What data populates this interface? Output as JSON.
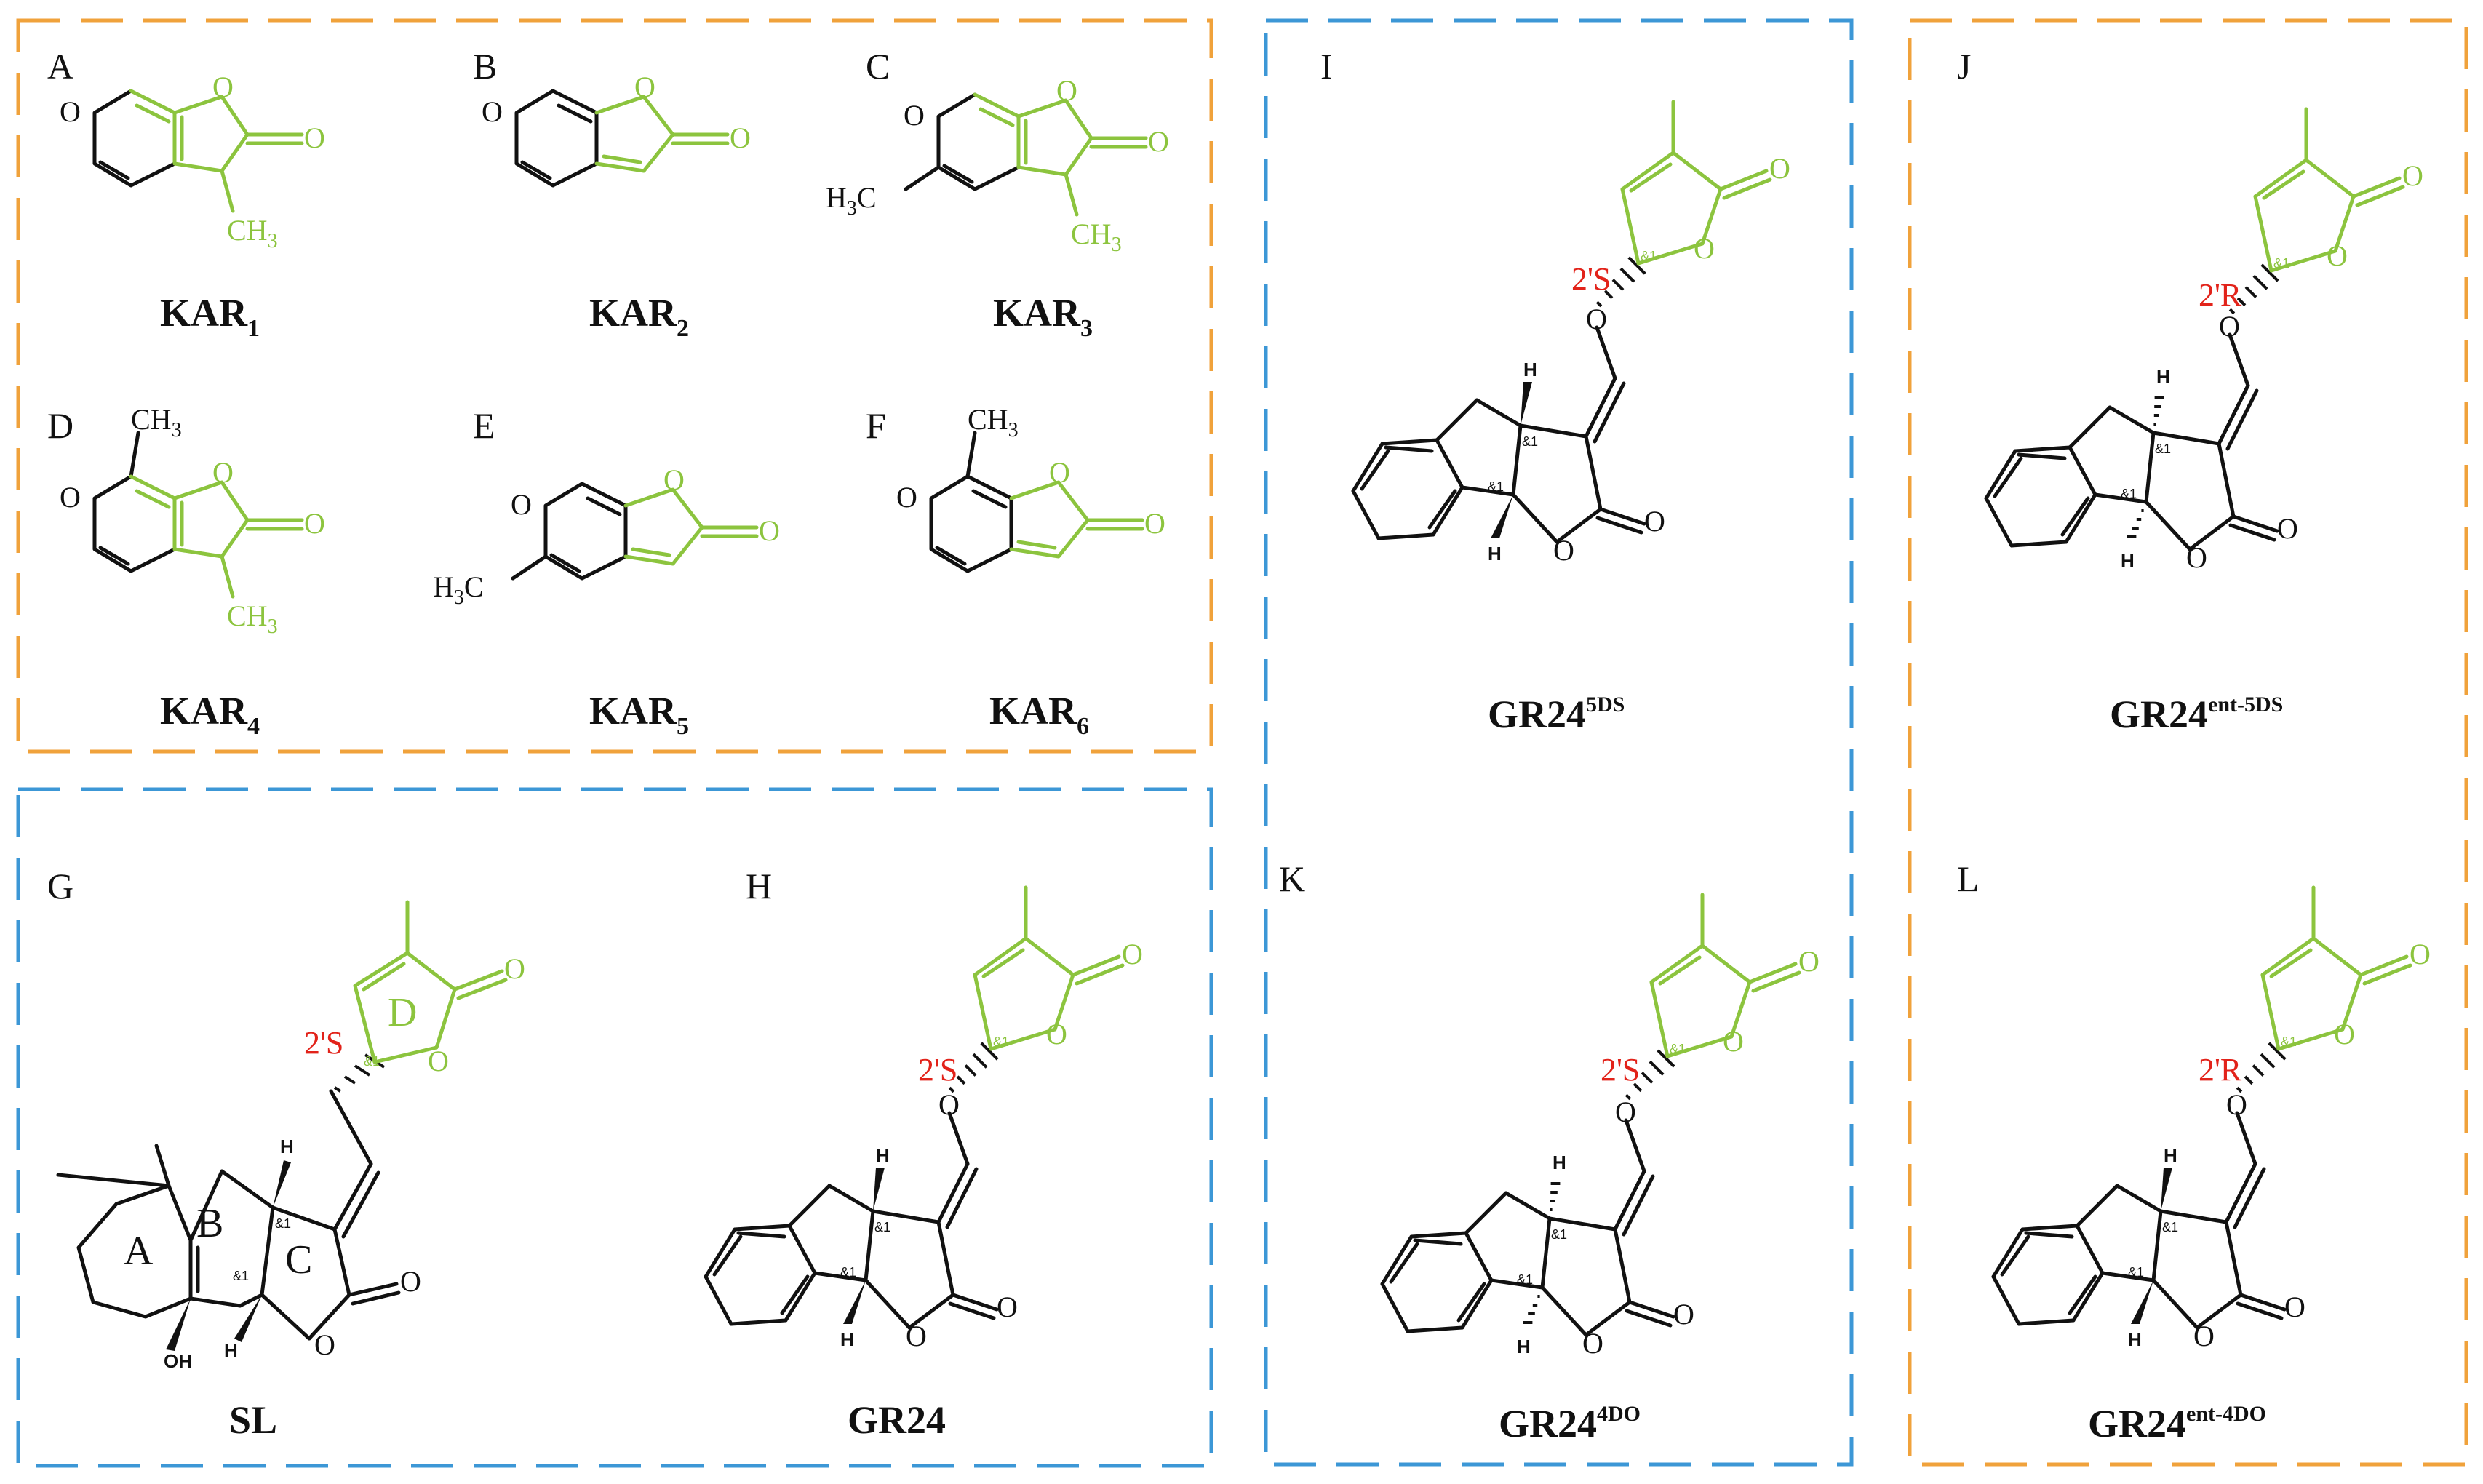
{
  "panels": {
    "A": {
      "letter": "A",
      "name": "KAR",
      "sub": "1"
    },
    "B": {
      "letter": "B",
      "name": "KAR",
      "sub": "2"
    },
    "C": {
      "letter": "C",
      "name": "KAR",
      "sub": "3"
    },
    "D": {
      "letter": "D",
      "name": "KAR",
      "sub": "4"
    },
    "E": {
      "letter": "E",
      "name": "KAR",
      "sub": "5"
    },
    "F": {
      "letter": "F",
      "name": "KAR",
      "sub": "6"
    },
    "G": {
      "letter": "G",
      "name": "SL",
      "stereo": "2'S"
    },
    "H": {
      "letter": "H",
      "name": "GR24",
      "stereo": "2'S"
    },
    "I": {
      "letter": "I",
      "name": "GR24",
      "sup": "5DS",
      "stereo": "2'S"
    },
    "J": {
      "letter": "J",
      "name": "GR24",
      "sup": "ent-5DS",
      "stereo": "2'R"
    },
    "K": {
      "letter": "K",
      "name": "GR24",
      "sup": "4DO",
      "stereo": "2'S"
    },
    "L": {
      "letter": "L",
      "name": "GR24",
      "sup": "ent-4DO",
      "stereo": "2'R"
    }
  },
  "atoms": {
    "O": "O",
    "CH3": "CH",
    "three": "3",
    "H3C": "H",
    "H3C_rest": "C",
    "H": "H",
    "OH": "OH",
    "stereocenter": "&1"
  },
  "rings": {
    "A": "A",
    "B": "B",
    "C": "C",
    "D": "D"
  },
  "colors": {
    "karrikin_butenolide": "#8cc43e",
    "stereo_label": "#e2231a",
    "box_orange": "#f0a23b",
    "box_blue": "#3c97d6"
  }
}
